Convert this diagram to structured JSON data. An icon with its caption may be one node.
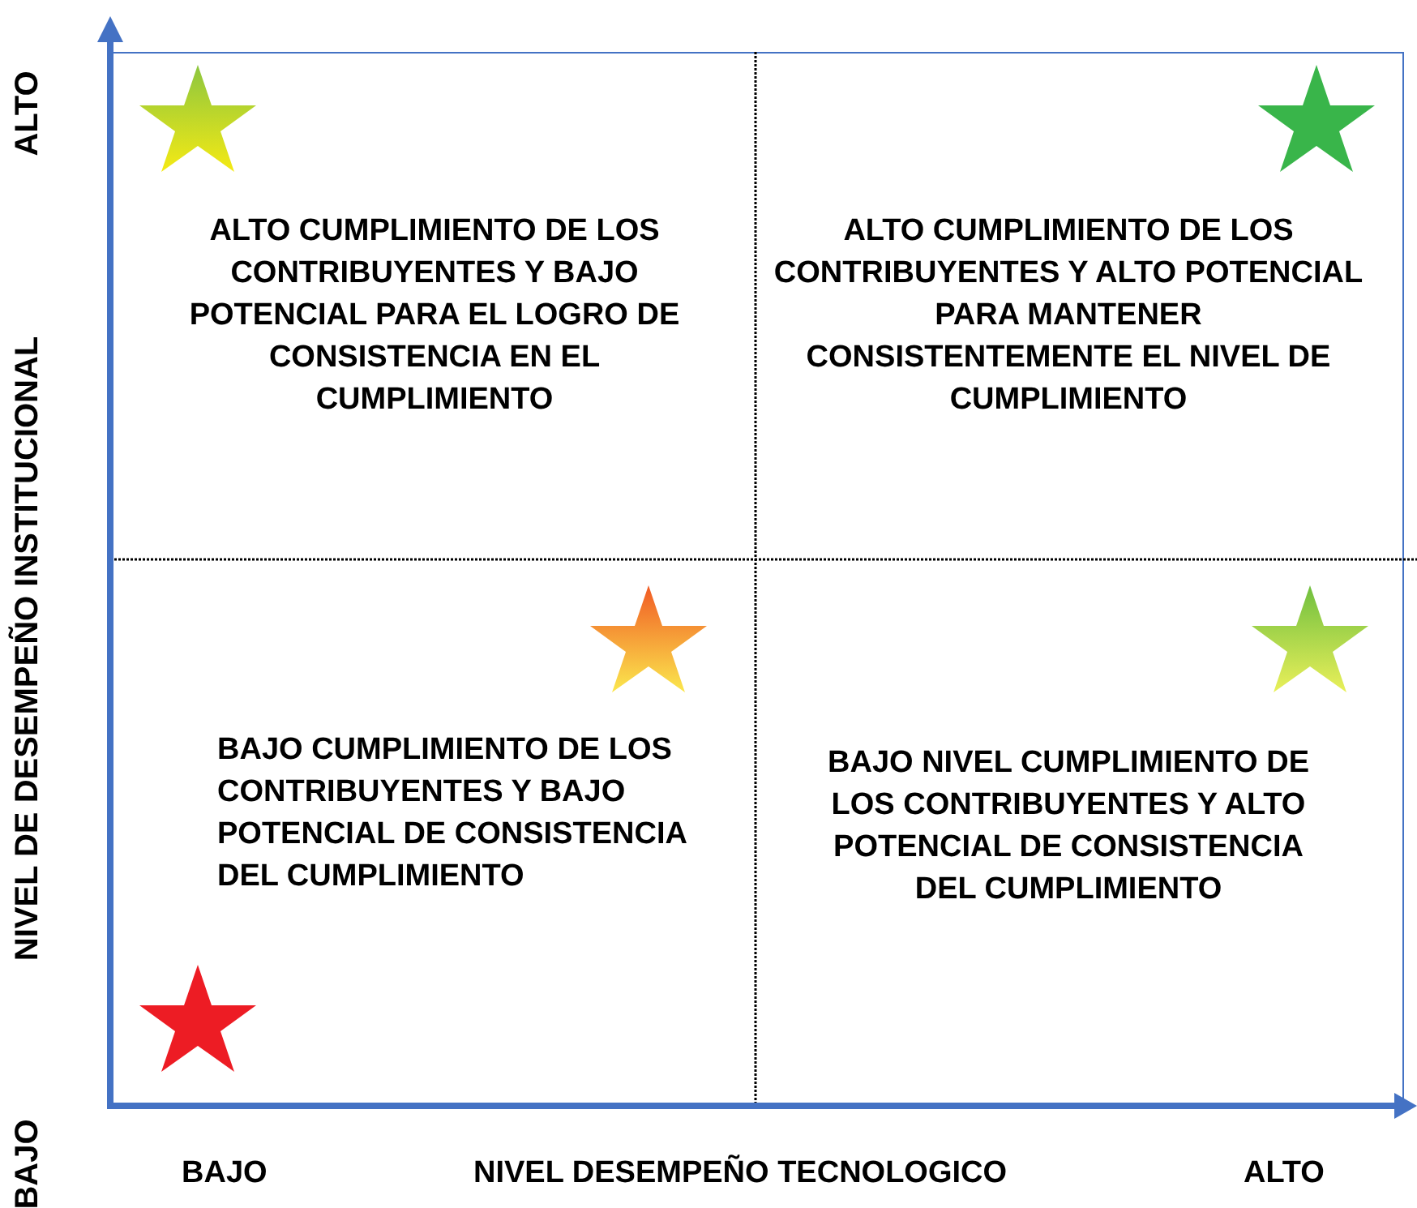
{
  "diagram": {
    "nodes": [
      {
        "text": [
          "ALTO CUMPLIMIENTO DE LOS CONTRIBUYENTES Y BAJO POTENCIAL PARA EL LOGRO DE CONSISTENCIA EN EL CUMPLIMIENTO"
        ]
      },
      {
        "text": [
          "ALTO CUMPLIMIENTO DE LOS CONTRIBUYENTES Y ALTO POTENCIAL PARA MANTENER CONSISTENTEMENTE EL NIVEL DE CUMPLIMIENTO"
        ]
      },
      {
        "text": [
          "BAJO CUMPLIMIENTO DE LOS CONTRIBUYENTES Y BAJO POTENCIAL DE CONSISTENCIA DEL CUMPLIMIENTO"
        ]
      },
      {
        "text": [
          "BAJO NIVEL CUMPLIMIENTO DE LOS CONTRIBUYENTES Y ALTO POTENCIAL DE CONSISTENCIA DEL CUMPLIMIENTO"
        ]
      }
    ],
    "labels": [
      "ALTO",
      "NIVEL DE DESEMPEÑO INSTITUCIONAL",
      "BAJO",
      "BAJO",
      "NIVEL DESEMPEÑO TECNOLOGICO",
      "ALTO"
    ]
  }
}
